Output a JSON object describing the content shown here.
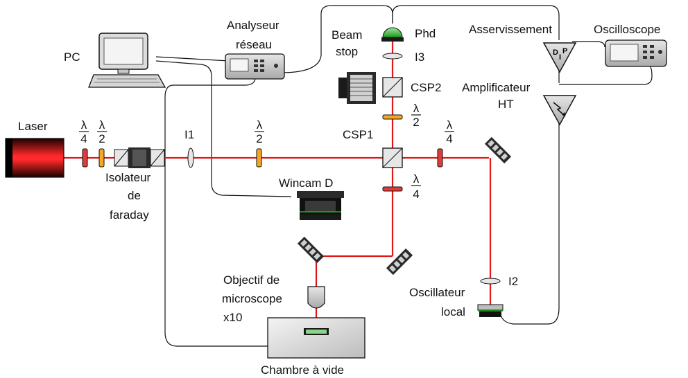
{
  "labels": {
    "pc": "PC",
    "analyseur_line1": "Analyseur",
    "analyseur_line2": "réseau",
    "beam_stop_line1": "Beam",
    "beam_stop_line2": "stop",
    "phd": "Phd",
    "asservissement": "Asservissement",
    "oscilloscope": "Oscilloscope",
    "i3": "I3",
    "csp2": "CSP2",
    "amplificateur_line1": "Amplificateur",
    "amplificateur_line2": "HT",
    "laser": "Laser",
    "i1": "I1",
    "csp1": "CSP1",
    "isolateur_line1": "Isolateur",
    "isolateur_line2": "de",
    "isolateur_line3": "faraday",
    "wincam": "Wincam D",
    "objectif_line1": "Objectif de",
    "objectif_line2": "microscope",
    "objectif_line3": "x10",
    "oscillateur_line1": "Oscillateur",
    "oscillateur_line2": "local",
    "i2": "I2",
    "chambre": "Chambre à vide"
  },
  "plates": {
    "lambda": "λ",
    "quarter": "4",
    "half": "2"
  },
  "asserv_symbol": {
    "d": "D",
    "i": "I",
    "p": "P"
  },
  "colors": {
    "beam": "#e01818",
    "quarter_plate": "#e03a3a",
    "half_plate": "#f5a623",
    "photodiode": "#22aa22",
    "mirror_dark": "#2a2a2a",
    "mirror_light": "#cfcfcf",
    "equipment_gray": "#c8c8c8"
  }
}
